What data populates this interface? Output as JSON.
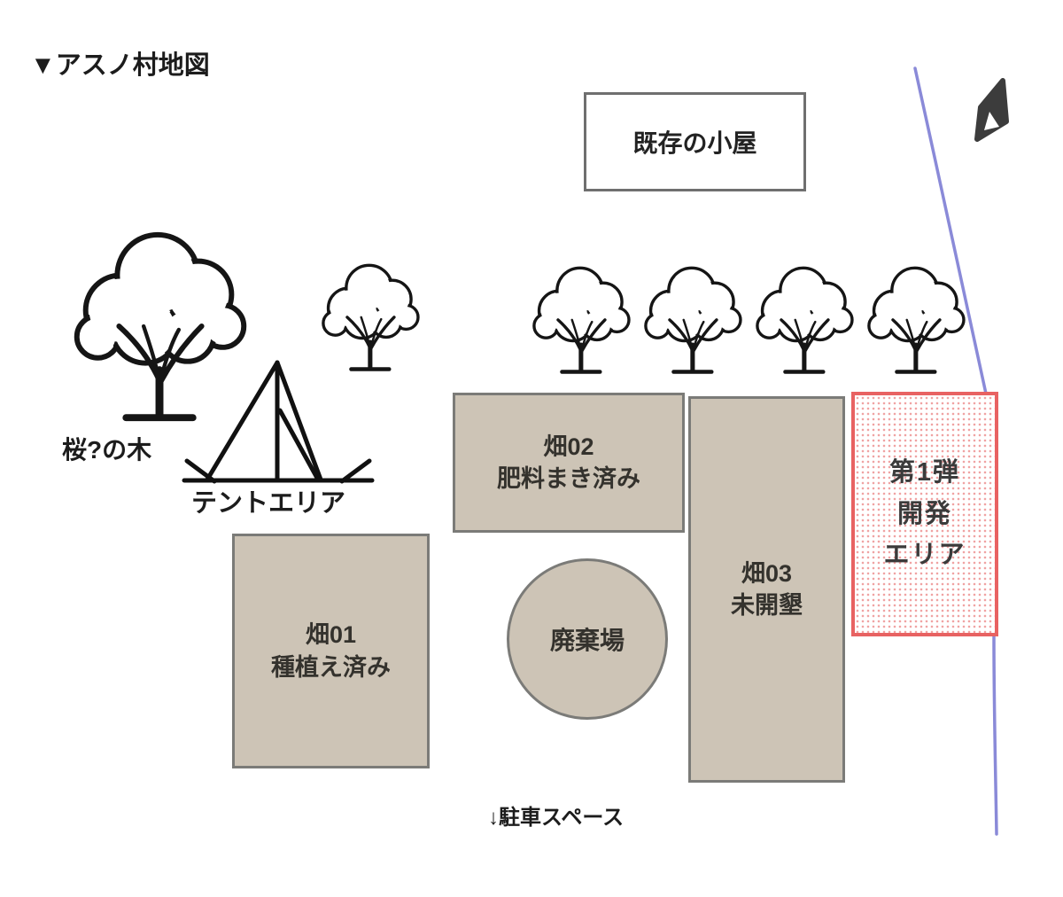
{
  "title": "▼アスノ村地図",
  "map": {
    "hut_label": "既存の小屋",
    "sakura_tree_label": "桜?の木",
    "tent_area_label": "テントエリア",
    "fields": {
      "f01": {
        "name": "畑01",
        "status": "種植え済み"
      },
      "f02": {
        "name": "畑02",
        "status": "肥料まき済み"
      },
      "f03": {
        "name": "畑03",
        "status": "未開墾"
      }
    },
    "disposal_label": "廃棄場",
    "dev_area": {
      "line1": "第1弾",
      "line2": "開発",
      "line3": "エリア"
    },
    "parking_label": "↓駐車スペース"
  },
  "icons": {
    "compass": "north-compass-needle",
    "large_tree": "deciduous-tree-outline",
    "small_trees": "deciduous-tree-outline-row",
    "tent": "tent-outline",
    "road": "curved-blue-road-line"
  },
  "colors": {
    "field_fill": "#cdc4b6",
    "field_border": "#7b7b78",
    "dev_border": "#e86262",
    "dev_dot": "#f0a3a3",
    "road_blue": "#8a8ad8",
    "ink": "#1c1c1c"
  }
}
